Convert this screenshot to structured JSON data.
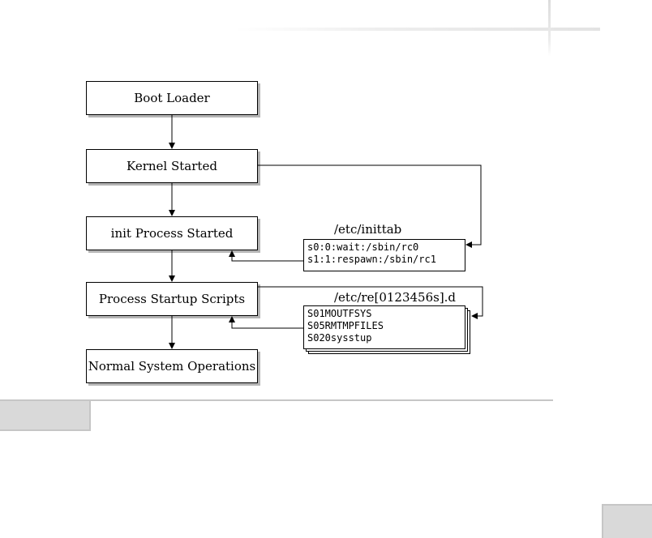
{
  "diagram": {
    "flow_steps": [
      {
        "id": "boot-loader",
        "label": "Boot Loader"
      },
      {
        "id": "kernel-started",
        "label": "Kernel Started"
      },
      {
        "id": "init-process-started",
        "label": "init Process Started"
      },
      {
        "id": "process-startup-scripts",
        "label": "Process Startup Scripts"
      },
      {
        "id": "normal-system-operations",
        "label": "Normal System Operations"
      }
    ],
    "inittab": {
      "label": "/etc/inittab",
      "lines": [
        "s0:0:wait:/sbin/rc0",
        "s1:1:respawn:/sbin/rc1"
      ]
    },
    "rc_dirs": {
      "label": "/etc/re[0123456s].d",
      "lines": [
        "S01MOUTFSYS",
        "S05RMTMPFILES",
        "S020sysstup"
      ]
    }
  },
  "colors": {
    "stroke": "#000000",
    "shadow": "#b5b5b5",
    "page_accent": "#d9d9d9"
  }
}
